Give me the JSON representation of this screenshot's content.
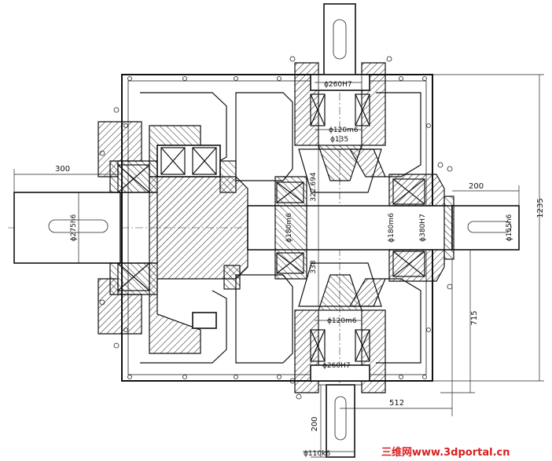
{
  "dimensions": {
    "d300": "300",
    "d200_right": "200",
    "d1235": "1235",
    "d715": "715",
    "d512": "512",
    "d200_bottom": "200",
    "d322_694": "322.694",
    "d338": "338"
  },
  "fits": {
    "f275h6": "ϕ275h6",
    "f180m6_left": "ϕ180m6",
    "f180m6_right": "ϕ180m6",
    "f380H7": "ϕ380H7",
    "f155h6": "ϕ155h6",
    "f260H7_top": "ϕ260H7",
    "f120m6_top": "ϕ120m6",
    "f135": "ϕ135",
    "f120m6_bottom": "ϕ120m6",
    "f260H7_bottom": "ϕ260H7",
    "f110k6": "ϕ110k6"
  },
  "watermark": {
    "text": "三维网www.3dportal.cn",
    "color": "#d81e1e"
  }
}
